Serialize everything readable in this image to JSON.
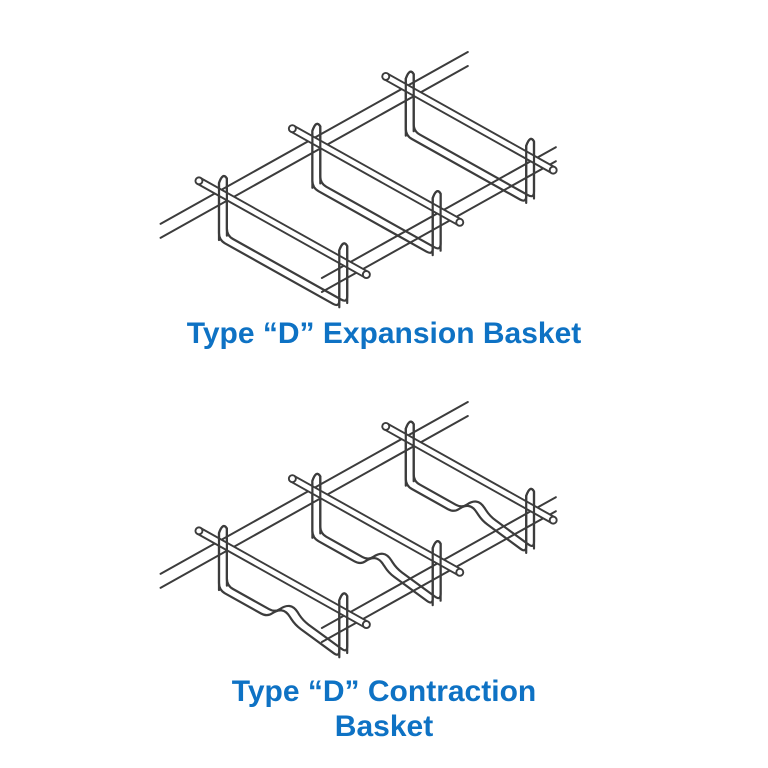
{
  "colors": {
    "background": "#ffffff",
    "wire": "#3c3c3c",
    "dowel_fill": "#ffffff",
    "caption_blue": "#0e72c4"
  },
  "figures": [
    {
      "id": "expansion",
      "variant": "straight_runner",
      "caption_line1": "Type “D” Expansion Basket",
      "caption_line2": "",
      "alt": "Isometric wireframe drawing of a wire expansion basket: three hairpin wire cradles welded to twin side rails, cradling three round dowel bars laid diagonally across the frame"
    },
    {
      "id": "contraction",
      "variant": "notched_runner",
      "caption_line1": "Type “D” Contraction",
      "caption_line2": "Basket",
      "alt": "Isometric wireframe drawing of a wire contraction basket: same frame of hairpin cradles, side rails and three round dowel bars, but each bottom runner wire has a stepped notch bend at mid-span"
    }
  ]
}
